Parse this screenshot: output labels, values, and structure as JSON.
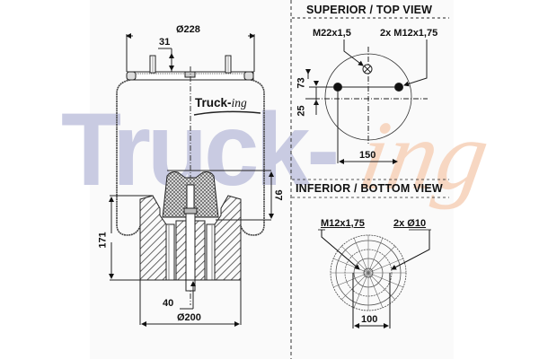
{
  "brand": {
    "watermark_text": "Truck-",
    "watermark_suffix": "ing",
    "logo_main": "Truck-",
    "logo_suffix": "ing",
    "watermark_color": "#c9cbe2",
    "watermark_suffix_color": "#f7d7c2"
  },
  "side_view": {
    "dims": {
      "top_diameter": "Ø228",
      "stud_height": "31",
      "piston_height": "97",
      "overall_height": "171",
      "pin_length": "40",
      "bottom_diameter": "Ø200"
    }
  },
  "top_view": {
    "title": "SUPERIOR / TOP VIEW",
    "labels": {
      "center_thread": "M22x1,5",
      "stud_thread": "2x M12x1,75",
      "offset_a": "73",
      "offset_b": "25",
      "stud_spacing": "150"
    }
  },
  "bottom_view": {
    "title": "INFERIOR / BOTTOM VIEW",
    "labels": {
      "center_thread": "M12x1,75",
      "pin_diameter": "2x Ø10",
      "pin_spacing": "100"
    }
  },
  "colors": {
    "line": "#222222",
    "panel": "#fafafa",
    "hatch": "#555555"
  }
}
